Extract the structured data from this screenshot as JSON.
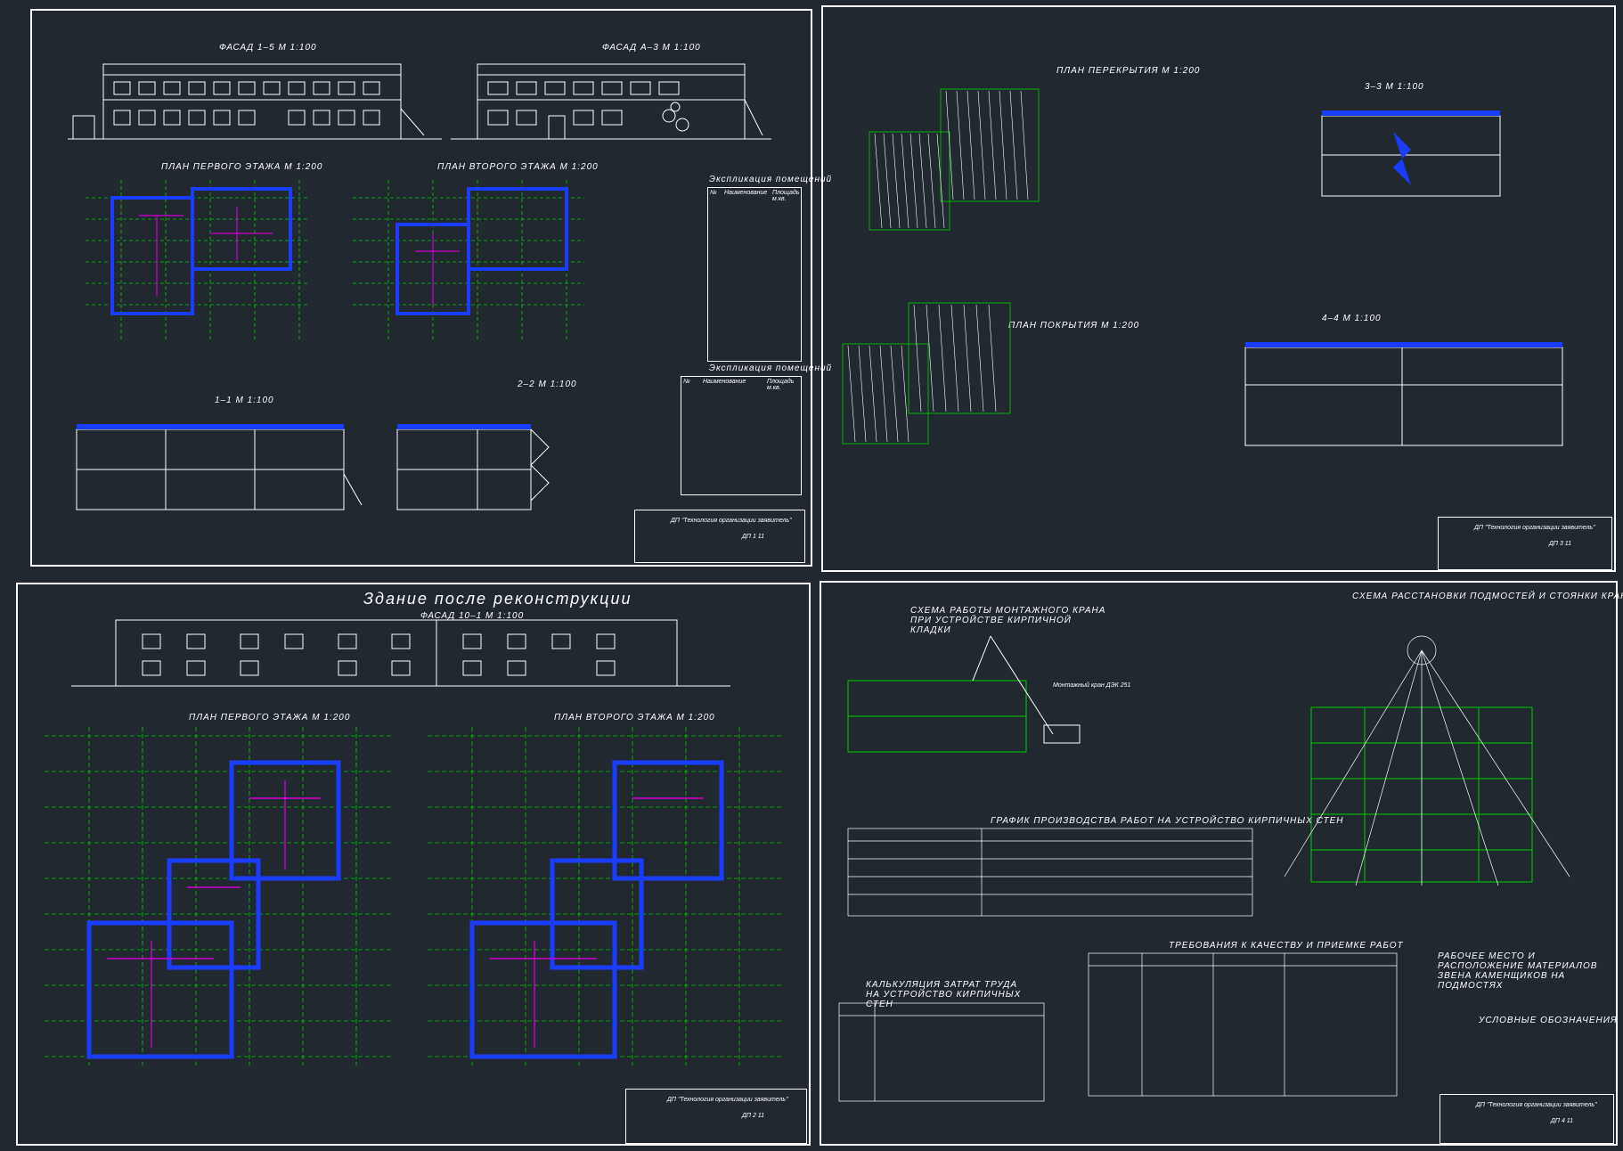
{
  "colors": {
    "background": "#212830",
    "line": "#ffffff",
    "grid": "#00d000",
    "wall": "#1a3cff",
    "partition": "#d000d0"
  },
  "sheet1": {
    "facade_1": "ФАСАД 1–5 М 1:100",
    "facade_2": "ФАСАД А–3 М 1:100",
    "plan_1": "ПЛАН ПЕРВОГО ЭТАЖА М 1:200",
    "plan_2": "ПЛАН ВТОРОГО ЭТАЖА М 1:200",
    "section_1": "1–1 М 1:100",
    "section_2": "2–2 М 1:100",
    "expl_title_1": "Экспликация помещений",
    "expl_title_2": "Экспликация помещений",
    "expl_header": [
      "№",
      "Наименование",
      "Площадь м.кв."
    ],
    "stamp_title": "ДП \"Технология организации заявитель\"",
    "stamp_sheet": "ДП   1   11"
  },
  "sheet2": {
    "plan_ceiling": "ПЛАН ПЕРЕКРЫТИЯ М 1:200",
    "section_33": "3–3 М 1:100",
    "plan_roof": "ПЛАН ПОКРЫТИЯ М 1:200",
    "section_44": "4–4 М 1:100",
    "stamp_title": "ДП \"Технология организации заявитель\"",
    "stamp_sheet": "ДП   3   11"
  },
  "sheet3": {
    "main_title": "Здание после реконструкции",
    "facade": "ФАСАД 10–1 М 1:100",
    "plan_1": "ПЛАН ПЕРВОГО ЭТАЖА М 1:200",
    "plan_2": "ПЛАН ВТОРОГО ЭТАЖА М 1:200",
    "stamp_title": "ДП \"Технология организации заявитель\"",
    "stamp_sheet": "ДП   2   11"
  },
  "sheet4": {
    "crane_title": "СХЕМА РАБОТЫ МОНТАЖНОГО КРАНА ПРИ УСТРОЙСТВЕ КИРПИЧНОЙ КЛАДКИ",
    "crane_label": "Монтажный кран ДЭК 251",
    "scaffold_title": "СХЕМА РАССТАНОВКИ ПОДМОСТЕЙ И СТОЯНКИ КРАНА",
    "schedule_title": "ГРАФИК ПРОИЗВОДСТВА РАБОТ НА УСТРОЙСТВО КИРПИЧНЫХ СТЕН",
    "quality_title": "ТРЕБОВАНИЯ К КАЧЕСТВУ И ПРИЕМКЕ РАБОТ",
    "calc_title": "КАЛЬКУЛЯЦИЯ ЗАТРАТ ТРУДА НА УСТРОЙСТВО КИРПИЧНЫХ СТЕН",
    "workplace_title": "РАБОЧЕЕ МЕСТО И РАСПОЛОЖЕНИЕ МАТЕРИАЛОВ ЗВЕНА КАМЕНЩИКОВ НА ПОДМОСТЯХ",
    "legend_title": "УСЛОВНЫЕ ОБОЗНАЧЕНИЯ",
    "stamp_title": "ДП \"Технология организации заявитель\"",
    "stamp_sheet": "ДП   4   11"
  }
}
